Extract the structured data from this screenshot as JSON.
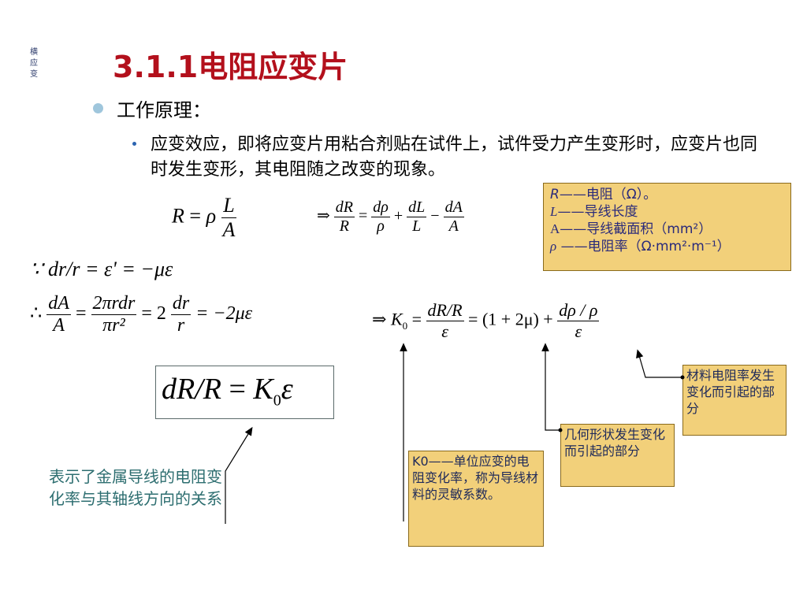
{
  "slide": {
    "side_tag": "横应变",
    "title": "3.1.1电阻应变片",
    "bullet1": "工作原理：",
    "bullet2": "应变效应，即将应变片用粘合剂贴在试件上，试件受力产生变形时，应变片也同时发生变形，其电阻随之改变的现象。"
  },
  "equations": {
    "eq1": {
      "lhs": "R",
      "eq": "=",
      "rho": "ρ",
      "num": "L",
      "den": "A"
    },
    "eq2": {
      "implies": "⇒",
      "t1n": "dR",
      "t1d": "R",
      "eq": "=",
      "t2n": "dρ",
      "t2d": "ρ",
      "plus": "+",
      "t3n": "dL",
      "t3d": "L",
      "minus": "−",
      "t4n": "dA",
      "t4d": "A"
    },
    "eq3": "∵ dr/r = ε' = −με",
    "eq4": {
      "therefore": "∴",
      "t1n": "dA",
      "t1d": "A",
      "eq1": "=",
      "t2n": "2πrdr",
      "t2d": "πr²",
      "eq2": "= 2",
      "t3n": "dr",
      "t3d": "r",
      "tail": "= −2με"
    },
    "eq5": {
      "implies": "⇒",
      "k": "K",
      "k_sub": "0",
      "eq": "=",
      "t1n": "dR/R",
      "t1d": "ε",
      "mid": "= (1 + 2μ) +",
      "t2n": "dρ / ρ",
      "t2d": "ε"
    },
    "boxed": {
      "lhs": "dR/R",
      "eq": "=",
      "k": "K",
      "k_sub": "0",
      "eps": "ε"
    }
  },
  "notes": {
    "symbols": [
      {
        "sym": "R",
        "text": "——电阻（Ω）。"
      },
      {
        "sym": "L",
        "text": "——导线长度"
      },
      {
        "sym": "A",
        "text": "——导线截面积（mm²）"
      },
      {
        "sym": "ρ",
        "text": " ——电阻率（Ω·mm²·m⁻¹）"
      }
    ],
    "k0": "K0——单位应变的电阻变化率，称为导线材料的灵敏系数。",
    "geometry": "几何形状发生变化而引起的部分",
    "material": "材料电阻率发生变化而引起的部分",
    "caption_left": "表示了金属导线的电阻变化率与其轴线方向的关系"
  },
  "colors": {
    "title": "#b3101c",
    "note_bg": "#f2d07a",
    "caption": "#2d6e70",
    "bullet_dot": "#9fc6dc"
  }
}
